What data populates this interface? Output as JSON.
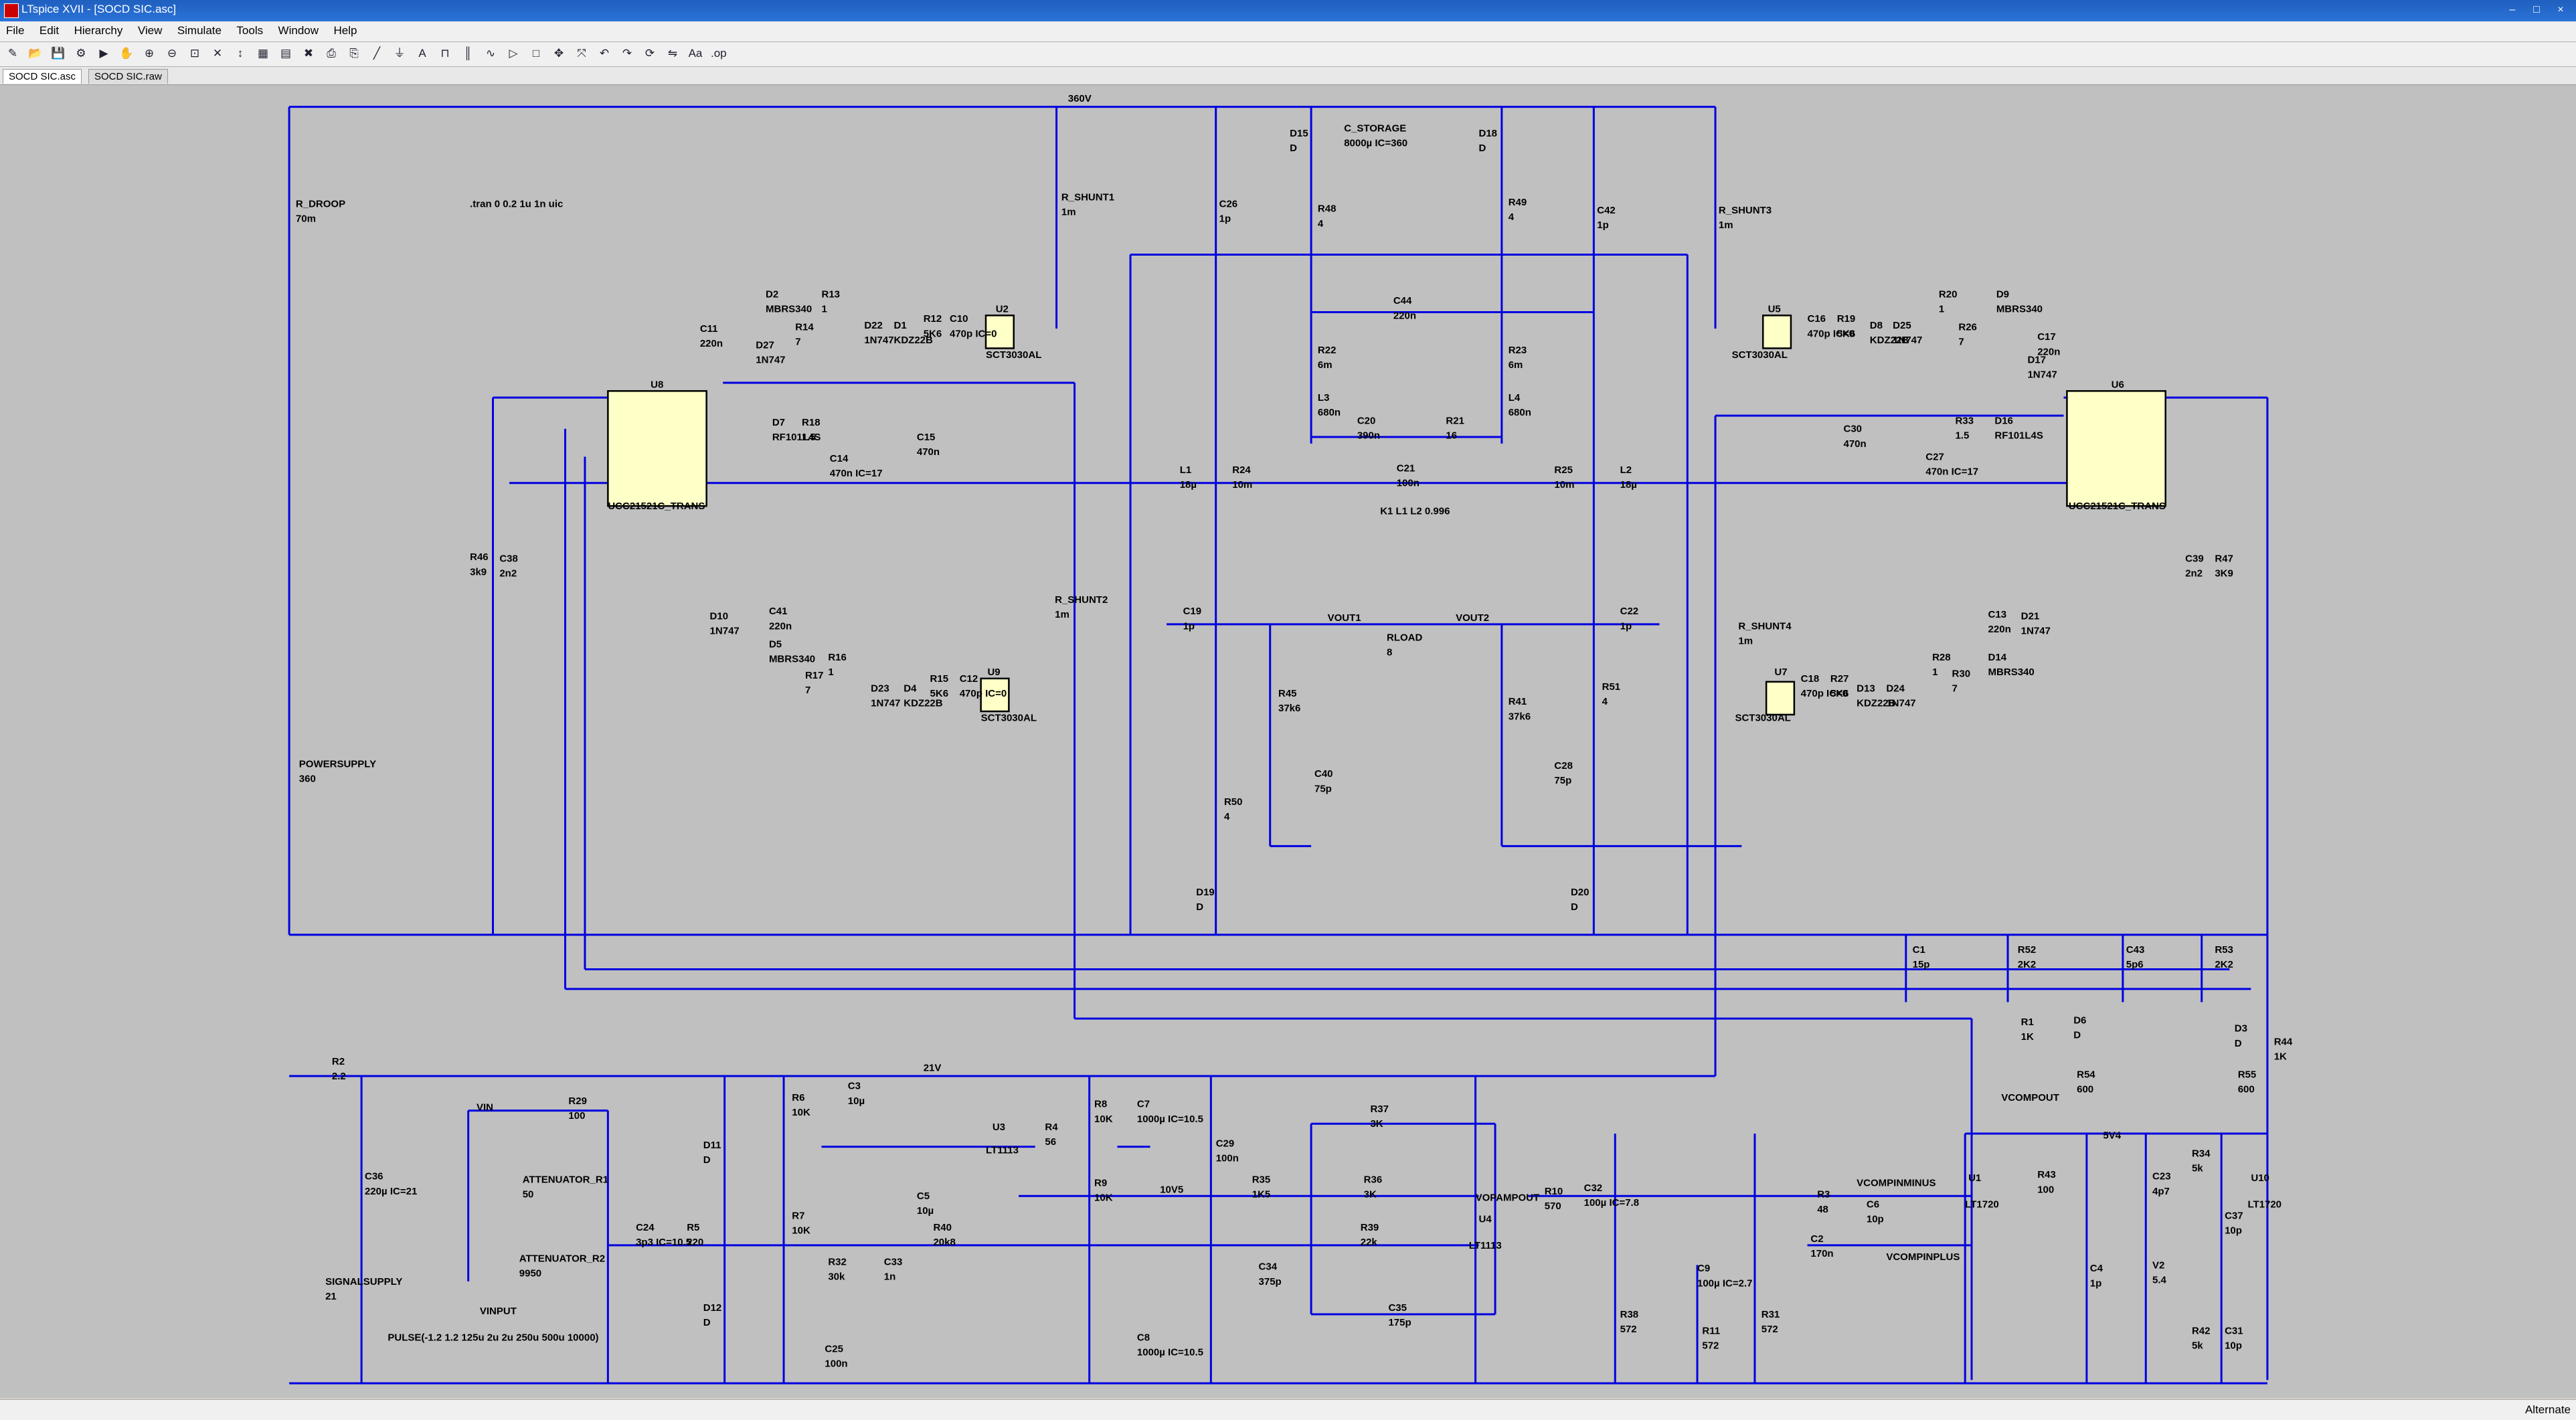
{
  "window": {
    "title": "LTspice XVII - [SOCD SIC.asc]",
    "buttons": [
      "–",
      "□",
      "×"
    ]
  },
  "menu": [
    "File",
    "Edit",
    "Hierarchy",
    "View",
    "Simulate",
    "Tools",
    "Window",
    "Help"
  ],
  "toolbar_icons": [
    "new-schematic-icon",
    "open-icon",
    "save-icon",
    "control-panel-icon",
    "run-icon",
    "halt-icon",
    "zoom-in-icon",
    "zoom-out-icon",
    "zoom-fit-icon",
    "cancel-icon",
    "autorange-icon",
    "tile-icon",
    "cascade-icon",
    "close-icon",
    "print-icon",
    "print-setup-icon",
    "wire-icon",
    "ground-icon",
    "label-icon",
    "resistor-icon",
    "capacitor-icon",
    "inductor-icon",
    "diode-icon",
    "component-icon",
    "move-icon",
    "drag-icon",
    "undo-icon",
    "redo-icon",
    "rotate-icon",
    "mirror-icon",
    "text-icon",
    "spice-directive-icon"
  ],
  "tabs": [
    "SOCD SIC.asc",
    "SOCD SIC.raw"
  ],
  "status": "Alternate",
  "schematic": {
    "directive": ".tran 0 0.2 1u 1n uic",
    "nets": [
      "360V",
      "21V",
      "5V4",
      "VOUT1",
      "VOUT2",
      "VIN",
      "VOPAMPOUT",
      "VCOMPINMINUS",
      "VCOMPINPLUS",
      "VCOMPOUT",
      "10V5"
    ],
    "coupling": "K1 L1 L2 0.996",
    "labels": [
      {
        "ref": "R_DROOP",
        "val": "70m"
      },
      {
        "ref": "R_SHUNT1",
        "val": "1m"
      },
      {
        "ref": "R_SHUNT2",
        "val": "1m"
      },
      {
        "ref": "R_SHUNT3",
        "val": "1m"
      },
      {
        "ref": "R_SHUNT4",
        "val": "1m"
      },
      {
        "ref": "POWERSUPPLY",
        "val": "360"
      },
      {
        "ref": "C_STORAGE",
        "val": "8000µ IC=360"
      },
      {
        "ref": "D15",
        "val": "D"
      },
      {
        "ref": "D18",
        "val": "D"
      },
      {
        "ref": "C26",
        "val": "1p"
      },
      {
        "ref": "C42",
        "val": "1p"
      },
      {
        "ref": "R48",
        "val": "4"
      },
      {
        "ref": "R49",
        "val": "4"
      },
      {
        "ref": "C44",
        "val": "220n"
      },
      {
        "ref": "R22",
        "val": "6m"
      },
      {
        "ref": "R23",
        "val": "6m"
      },
      {
        "ref": "L3",
        "val": "680n"
      },
      {
        "ref": "L4",
        "val": "680n"
      },
      {
        "ref": "C20",
        "val": "390n"
      },
      {
        "ref": "R21",
        "val": "16"
      },
      {
        "ref": "L1",
        "val": "18µ"
      },
      {
        "ref": "L2",
        "val": "18µ"
      },
      {
        "ref": "R24",
        "val": "10m"
      },
      {
        "ref": "R25",
        "val": "10m"
      },
      {
        "ref": "C21",
        "val": "100n"
      },
      {
        "ref": "C19",
        "val": "1p"
      },
      {
        "ref": "C22",
        "val": "1p"
      },
      {
        "ref": "RLOAD",
        "val": "8"
      },
      {
        "ref": "R45",
        "val": "37k6"
      },
      {
        "ref": "R41",
        "val": "37k6"
      },
      {
        "ref": "R51",
        "val": "4"
      },
      {
        "ref": "R50",
        "val": "4"
      },
      {
        "ref": "C40",
        "val": "75p"
      },
      {
        "ref": "C28",
        "val": "75p"
      },
      {
        "ref": "D19",
        "val": "D"
      },
      {
        "ref": "D20",
        "val": "D"
      },
      {
        "ref": "U8",
        "val": "UCC21521C_TRANS"
      },
      {
        "ref": "U6",
        "val": "UCC21521C_TRANS"
      },
      {
        "ref": "U2",
        "val": "SCT3030AL"
      },
      {
        "ref": "U9",
        "val": "SCT3030AL"
      },
      {
        "ref": "U5",
        "val": "SCT3030AL"
      },
      {
        "ref": "U7",
        "val": "SCT3030AL"
      },
      {
        "ref": "C11",
        "val": "220n"
      },
      {
        "ref": "D2",
        "val": "MBRS340"
      },
      {
        "ref": "R13",
        "val": "1"
      },
      {
        "ref": "R14",
        "val": "7"
      },
      {
        "ref": "D27",
        "val": "1N747"
      },
      {
        "ref": "D22",
        "val": "1N747"
      },
      {
        "ref": "D1",
        "val": "KDZ22B"
      },
      {
        "ref": "R12",
        "val": "5K6"
      },
      {
        "ref": "C10",
        "val": "470p IC=0"
      },
      {
        "ref": "D7",
        "val": "RF101L4S"
      },
      {
        "ref": "R18",
        "val": "1.5"
      },
      {
        "ref": "C14",
        "val": "470n IC=17"
      },
      {
        "ref": "C15",
        "val": "470n"
      },
      {
        "ref": "R46",
        "val": "3k9"
      },
      {
        "ref": "C38",
        "val": "2n2"
      },
      {
        "ref": "D10",
        "val": "1N747"
      },
      {
        "ref": "C41",
        "val": "220n"
      },
      {
        "ref": "D5",
        "val": "MBRS340"
      },
      {
        "ref": "R16",
        "val": "1"
      },
      {
        "ref": "R17",
        "val": "7"
      },
      {
        "ref": "D23",
        "val": "1N747"
      },
      {
        "ref": "D4",
        "val": "KDZ22B"
      },
      {
        "ref": "R15",
        "val": "5K6"
      },
      {
        "ref": "C12",
        "val": "470p IC=0"
      },
      {
        "ref": "C16",
        "val": "470p IC=0"
      },
      {
        "ref": "R19",
        "val": "5K6"
      },
      {
        "ref": "D8",
        "val": "KDZ22B"
      },
      {
        "ref": "D25",
        "val": "1N747"
      },
      {
        "ref": "R20",
        "val": "1"
      },
      {
        "ref": "D9",
        "val": "MBRS340"
      },
      {
        "ref": "R26",
        "val": "7"
      },
      {
        "ref": "C17",
        "val": "220n"
      },
      {
        "ref": "D17",
        "val": "1N747"
      },
      {
        "ref": "C30",
        "val": "470n"
      },
      {
        "ref": "R33",
        "val": "1.5"
      },
      {
        "ref": "D16",
        "val": "RF101L4S"
      },
      {
        "ref": "C27",
        "val": "470n IC=17"
      },
      {
        "ref": "C39",
        "val": "2n2"
      },
      {
        "ref": "R47",
        "val": "3K9"
      },
      {
        "ref": "C13",
        "val": "220n"
      },
      {
        "ref": "D21",
        "val": "1N747"
      },
      {
        "ref": "D14",
        "val": "MBRS340"
      },
      {
        "ref": "R28",
        "val": "1"
      },
      {
        "ref": "R30",
        "val": "7"
      },
      {
        "ref": "C18",
        "val": "470p IC=0"
      },
      {
        "ref": "R27",
        "val": "5K6"
      },
      {
        "ref": "D13",
        "val": "KDZ22B"
      },
      {
        "ref": "D24",
        "val": "1N747"
      },
      {
        "ref": "C1",
        "val": "15p"
      },
      {
        "ref": "R52",
        "val": "2K2"
      },
      {
        "ref": "C43",
        "val": "5p6"
      },
      {
        "ref": "R53",
        "val": "2K2"
      },
      {
        "ref": "R1",
        "val": "1K"
      },
      {
        "ref": "D6",
        "val": "D"
      },
      {
        "ref": "D3",
        "val": "D"
      },
      {
        "ref": "R44",
        "val": "1K"
      },
      {
        "ref": "R54",
        "val": "600"
      },
      {
        "ref": "R55",
        "val": "600"
      },
      {
        "ref": "R2",
        "val": "2.2"
      },
      {
        "ref": "C36",
        "val": "220µ IC=21"
      },
      {
        "ref": "SIGNALSUPPLY",
        "val": "21"
      },
      {
        "ref": "R29",
        "val": "100"
      },
      {
        "ref": "ATTENUATOR_R1",
        "val": "50"
      },
      {
        "ref": "ATTENUATOR_R2",
        "val": "9950"
      },
      {
        "ref": "C24",
        "val": "3p3 IC=10.5"
      },
      {
        "ref": "R5",
        "val": "220"
      },
      {
        "ref": "VINPUT",
        "val": "PULSE(-1.2 1.2 125u 2u 2u 250u 500u 10000)"
      },
      {
        "ref": "D11",
        "val": "D"
      },
      {
        "ref": "D12",
        "val": "D"
      },
      {
        "ref": "R6",
        "val": "10K"
      },
      {
        "ref": "R7",
        "val": "10K"
      },
      {
        "ref": "C3",
        "val": "10µ"
      },
      {
        "ref": "U3",
        "val": "LT1113"
      },
      {
        "ref": "R4",
        "val": "56"
      },
      {
        "ref": "C5",
        "val": "10µ"
      },
      {
        "ref": "R40",
        "val": "20k8"
      },
      {
        "ref": "R32",
        "val": "30k"
      },
      {
        "ref": "C33",
        "val": "1n"
      },
      {
        "ref": "C25",
        "val": "100n"
      },
      {
        "ref": "R8",
        "val": "10K"
      },
      {
        "ref": "R9",
        "val": "10K"
      },
      {
        "ref": "C7",
        "val": "1000µ IC=10.5"
      },
      {
        "ref": "C29",
        "val": "100n"
      },
      {
        "ref": "C8",
        "val": "1000µ IC=10.5"
      },
      {
        "ref": "R37",
        "val": "3K"
      },
      {
        "ref": "R35",
        "val": "1K5"
      },
      {
        "ref": "R36",
        "val": "3K"
      },
      {
        "ref": "R39",
        "val": "22k"
      },
      {
        "ref": "U4",
        "val": "LT1113"
      },
      {
        "ref": "C34",
        "val": "375p"
      },
      {
        "ref": "C35",
        "val": "175p"
      },
      {
        "ref": "R10",
        "val": "570"
      },
      {
        "ref": "C32",
        "val": "100µ IC=7.8"
      },
      {
        "ref": "R38",
        "val": "572"
      },
      {
        "ref": "C9",
        "val": "100µ IC=2.7"
      },
      {
        "ref": "R11",
        "val": "572"
      },
      {
        "ref": "R31",
        "val": "572"
      },
      {
        "ref": "R3",
        "val": "48"
      },
      {
        "ref": "C2",
        "val": "170n"
      },
      {
        "ref": "C6",
        "val": "10p"
      },
      {
        "ref": "U1",
        "val": "LT1720"
      },
      {
        "ref": "R43",
        "val": "100"
      },
      {
        "ref": "C4",
        "val": "1p"
      },
      {
        "ref": "V2",
        "val": "5.4"
      },
      {
        "ref": "C23",
        "val": "4p7"
      },
      {
        "ref": "R34",
        "val": "5k"
      },
      {
        "ref": "C37",
        "val": "10p"
      },
      {
        "ref": "U10",
        "val": "LT1720"
      },
      {
        "ref": "R42",
        "val": "5k"
      },
      {
        "ref": "C31",
        "val": "10p"
      }
    ]
  },
  "colors": {
    "wire": "#0000e0",
    "canvas": "#c0c0c0",
    "ic_fill": "#ffffc8",
    "titlebar": "#1f5fbf"
  }
}
